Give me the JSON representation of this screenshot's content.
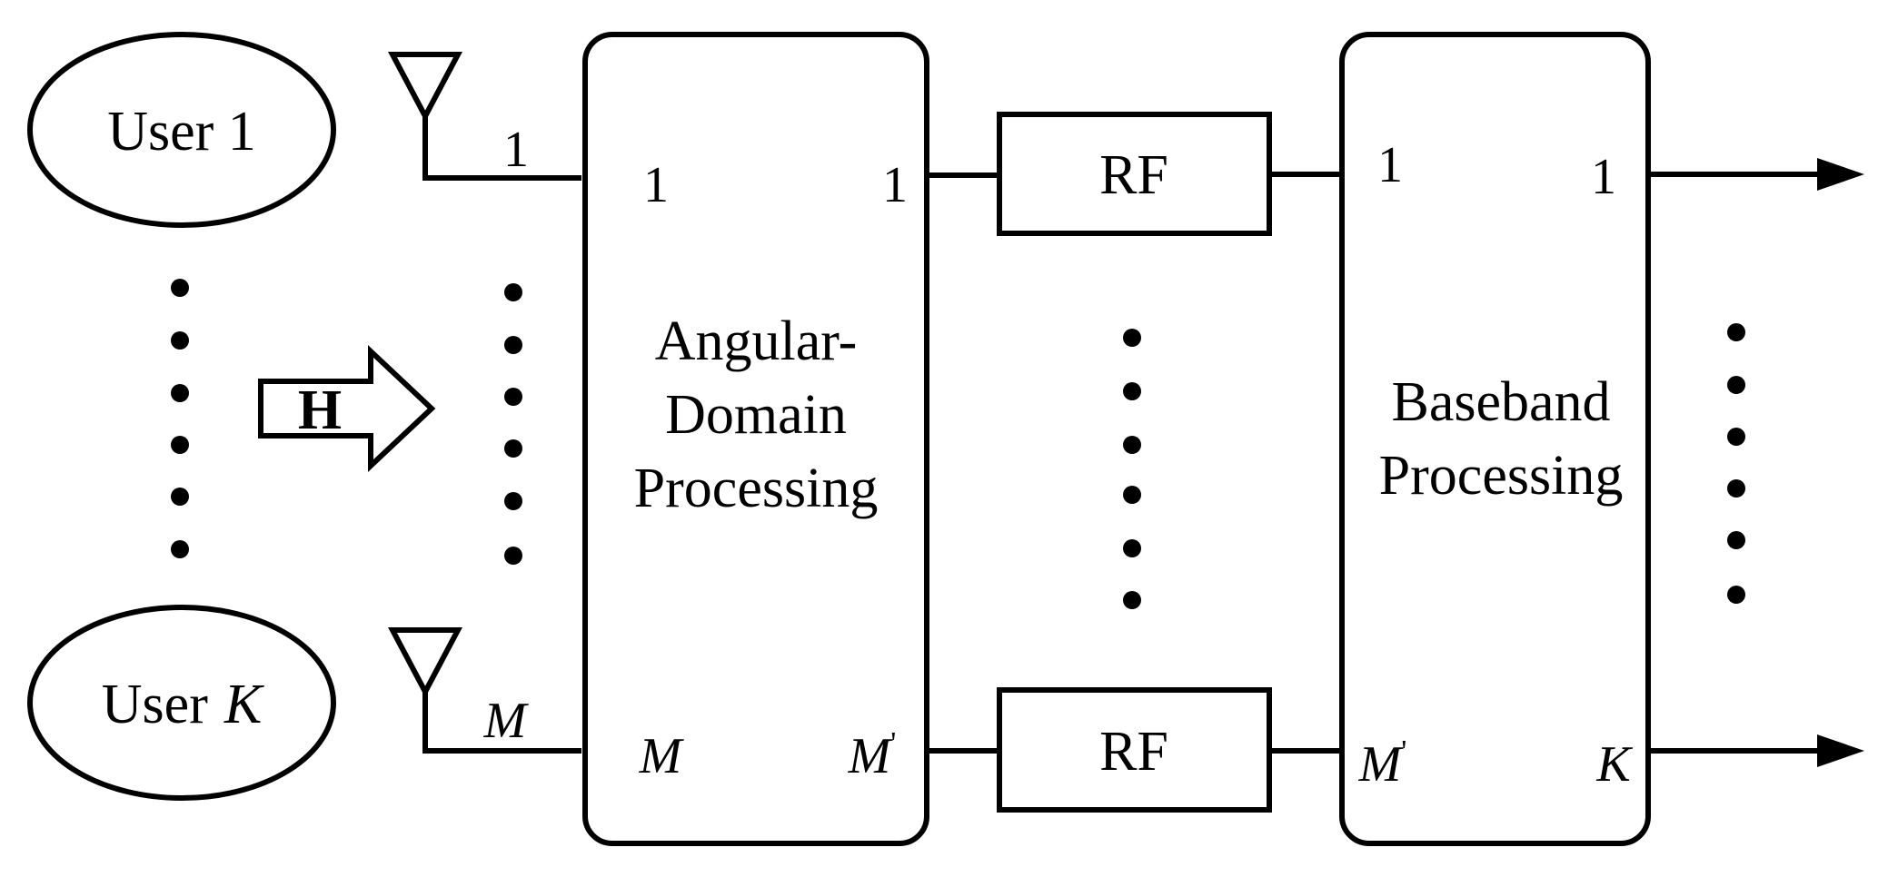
{
  "diagram": {
    "users": {
      "first": "User 1",
      "last_prefix": "User",
      "last_index": "K"
    },
    "channel_label": "H",
    "antennas": {
      "first_index": "1",
      "last_index": "M"
    },
    "angular_block": {
      "line1": "Angular-",
      "line2": "Domain",
      "line3": "Processing",
      "in_top": "1",
      "out_top": "1",
      "in_bottom": "M",
      "out_bottom": "M",
      "out_bottom_prime": "'"
    },
    "rf_chains": {
      "top": "RF",
      "bottom": "RF"
    },
    "baseband_block": {
      "line1": "Baseband",
      "line2": "Processing",
      "in_top": "1",
      "out_top": "1",
      "in_bottom": "M",
      "in_bottom_prime": "'",
      "out_bottom": "K"
    }
  }
}
